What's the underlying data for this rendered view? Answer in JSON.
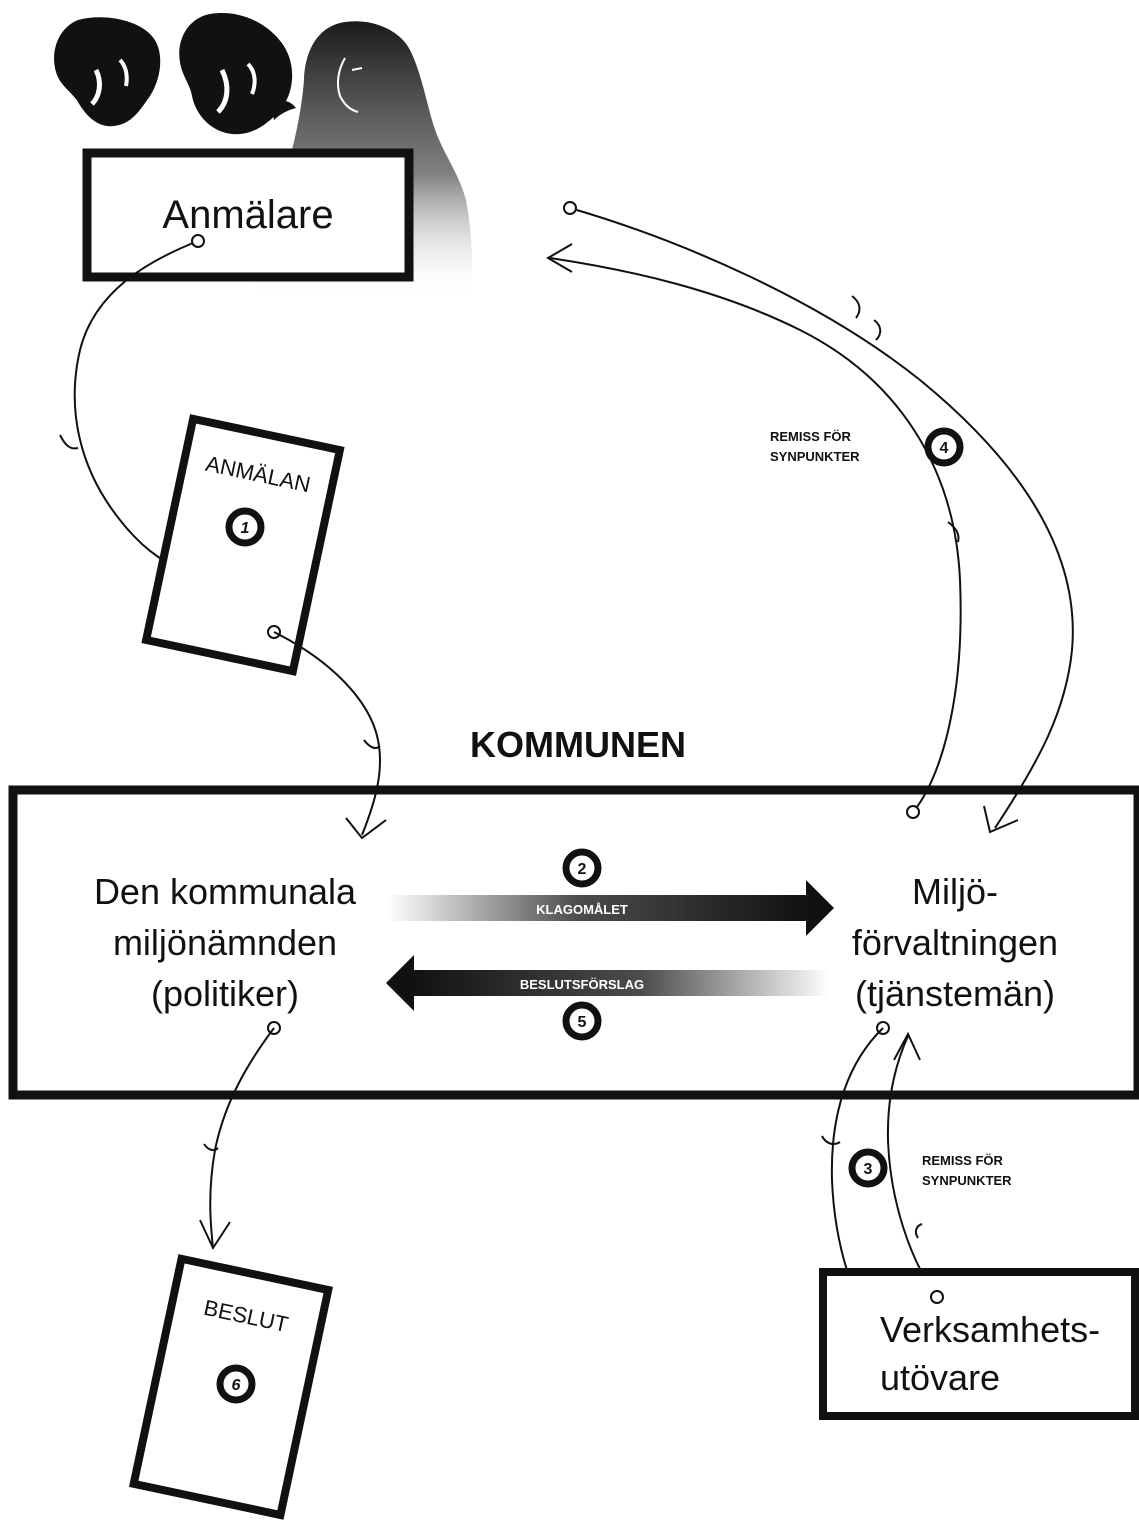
{
  "title": "KOMMUNEN",
  "nodes": {
    "anmalare": "Anmälare",
    "namnd": [
      "Den kommunala",
      "miljönämnden",
      "(politiker)"
    ],
    "forvaltning": [
      "Miljö-",
      "förvaltningen",
      "(tjänstemän)"
    ],
    "verksamhet": [
      "Verksamhets-",
      "utövare"
    ]
  },
  "documents": {
    "anmalan": "ANMÄLAN",
    "beslut": "BESLUT"
  },
  "arrows": {
    "klagomalet": "KLAGOMÅLET",
    "beslutsforslag": "BESLUTSFÖRSLAG",
    "remiss_top": [
      "REMISS FÖR",
      "SYNPUNKTER"
    ],
    "remiss_bottom": [
      "REMISS FÖR",
      "SYNPUNKTER"
    ]
  },
  "steps": {
    "s1": "1",
    "s2": "2",
    "s3": "3",
    "s4": "4",
    "s5": "5",
    "s6": "6"
  },
  "colors": {
    "ink": "#111111",
    "paper": "#ffffff"
  }
}
